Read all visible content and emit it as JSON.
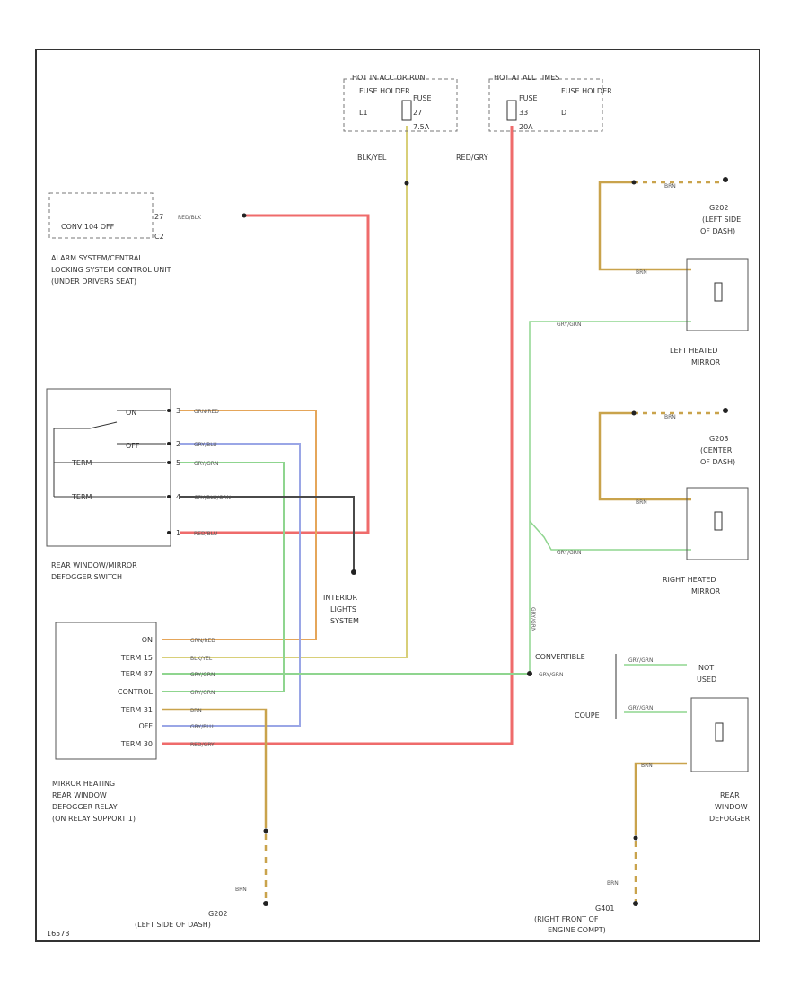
{
  "diagram": {
    "code": "16573",
    "colors": {
      "red": "#ef6b6b",
      "yellow": "#d8cf79",
      "green": "#8fd58f",
      "blue": "#9aa6e6",
      "dark": "#4a4a4a",
      "orange": "#e5a65a",
      "brn": "#c9a34c"
    },
    "fuses": [
      {
        "header": "HOT IN ACC OR RUN",
        "name": "FUSE HOLDER",
        "pin": "L1",
        "fuse": "FUSE",
        "num": "27",
        "amp": "7.5A",
        "wire": "BLK/YEL"
      },
      {
        "header": "HOT AT ALL TIMES",
        "name": "FUSE HOLDER",
        "pin": "D",
        "fuse": "FUSE",
        "num": "33",
        "amp": "20A",
        "wire": "RED/GRY"
      }
    ],
    "alarm": {
      "inner": "CONV 104 OFF",
      "pin": "C2",
      "pinnum": "27",
      "wire": "RED/BLK",
      "lines": [
        "ALARM SYSTEM/CENTRAL",
        "LOCKING SYSTEM CONTROL UNIT",
        "(UNDER DRIVERS SEAT)"
      ]
    },
    "switch": {
      "pos_on": "ON",
      "pos_off": "OFF",
      "term_a": "TERM",
      "term_b": "TERM",
      "pins": [
        "3",
        "2",
        "5",
        "4",
        "1"
      ],
      "wires": [
        "GRN/RED",
        "GRY/BLU",
        "GRY/GRN",
        "GRY/BLU/GRN",
        "RED/BLU"
      ],
      "lines": [
        "REAR WINDOW/MIRROR",
        "DEFOGGER SWITCH"
      ]
    },
    "interior": [
      "INTERIOR",
      "LIGHTS",
      "SYSTEM"
    ],
    "relay": {
      "terms": [
        "ON",
        "TERM 15",
        "TERM 87",
        "CONTROL",
        "TERM 31",
        "OFF",
        "TERM 30"
      ],
      "wires": [
        "GRN/RED",
        "BLK/YEL",
        "GRY/GRN",
        "GRY/GRN",
        "BRN",
        "GRY/BLU",
        "RED/GRY"
      ],
      "lines": [
        "MIRROR HEATING",
        "REAR WINDOW",
        "DEFOGGER RELAY",
        "(ON RELAY SUPPORT 1)"
      ]
    },
    "ground_left": {
      "wire": "BRN",
      "lines": [
        "G202",
        "(LEFT SIDE OF DASH)"
      ]
    },
    "ground_right": {
      "wire": "BRN",
      "lines": [
        "G401",
        "(RIGHT FRONT OF",
        "ENGINE COMPT)"
      ]
    },
    "lhm": {
      "g_wire": "BRN",
      "g_lines": [
        "G202",
        "(LEFT SIDE",
        "OF DASH)"
      ],
      "wire": "BRN",
      "sig_wire": "GRY/GRN",
      "lines": [
        "LEFT HEATED",
        "MIRROR"
      ]
    },
    "rhm": {
      "g_wire": "BRN",
      "g_lines": [
        "G203",
        "(CENTER",
        "OF DASH)"
      ],
      "wire": "BRN",
      "sig_wire": "GRY/GRN",
      "lines": [
        "RIGHT HEATED",
        "MIRROR"
      ]
    },
    "vertical_wire": "GRY/GRN",
    "conv": {
      "label": "CONVERTIBLE",
      "coupe": "COUPE",
      "wire_in": "GRY/GRN",
      "conv_wire": "GRY/GRN",
      "coupe_wire": "GRY/GRN",
      "not_used": [
        "NOT",
        "USED"
      ]
    },
    "defogger": {
      "wire": "BRN",
      "lines": [
        "REAR",
        "WINDOW",
        "DEFOGGER"
      ]
    }
  }
}
